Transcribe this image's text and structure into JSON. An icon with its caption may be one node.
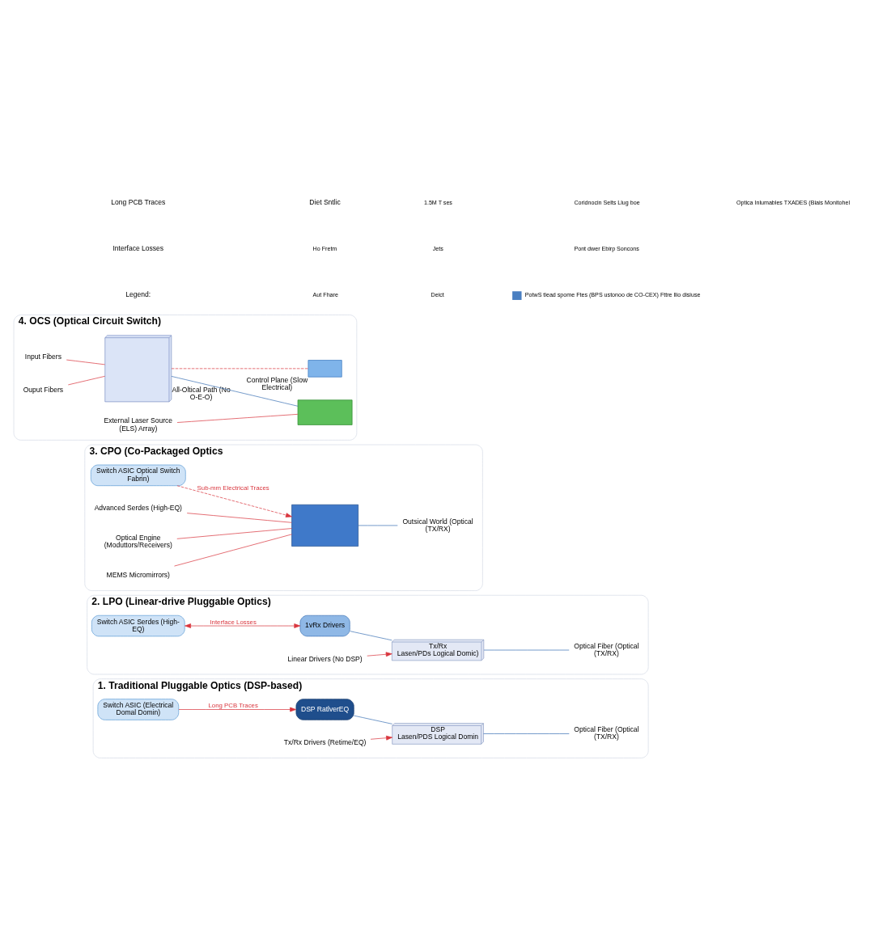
{
  "diagram": {
    "nodes": [
      {
        "text": [
          "1. Traditional Pluggable Optics (DSP-based)"
        ]
      },
      {
        "text": [
          "Switch ASIC (Electrical Domal Domin)"
        ],
        "in": 0
      },
      {
        "text": [
          "DSP RatlverEQ"
        ],
        "in": 0
      },
      {
        "text": [
          "DSP",
          "Lasen/PDS Logical Domin"
        ],
        "in": 0
      },
      {
        "text": [
          "Optical Fiber (Optical (TX/RX)"
        ],
        "in": 0
      },
      {
        "text": [
          "Tx/Rx Drivers (Retime/EQ)"
        ],
        "in": 0
      },
      {
        "text": [
          "2. LPO (Linear-drive Pluggable Optics)"
        ]
      },
      {
        "text": [
          "Switch ASIC Serdes (High-EQ)"
        ],
        "in": 6
      },
      {
        "text": [
          "1vRx Drivers"
        ],
        "in": 6
      },
      {
        "text": [
          "Tx/Rx",
          "Lasen/PDs Logical Domic)"
        ],
        "in": 6
      },
      {
        "text": [
          "Optical Fiber (Optical (TX/RX)"
        ],
        "in": 6
      },
      {
        "text": [
          "Linear Drivers (No DSP)"
        ],
        "in": 6
      },
      {
        "text": [
          "3. CPO (Co-Packaged Optics"
        ]
      },
      {
        "text": [
          "Switch ASIC Optical Switch Fabrin)"
        ],
        "in": 12
      },
      {
        "text": [],
        "shape": "box",
        "in": 12
      },
      {
        "text": [
          "Advanced Serdes (High-EQ)"
        ],
        "in": 12
      },
      {
        "text": [
          "Optical Engine (Moduttors/Receivers)"
        ],
        "in": 12
      },
      {
        "text": [
          "MEMS Micromirrors)"
        ],
        "in": 12
      },
      {
        "text": [
          "Outsical World (Optical (TX/RX)"
        ],
        "in": 12
      },
      {
        "text": [
          "4. OCS (Optical Circuit Switch)"
        ]
      },
      {
        "text": [],
        "shape": "cube",
        "in": 19,
        "beside": [
          "All-Oltical Path (No O-E-O)"
        ]
      },
      {
        "text": [
          "Input Fibers"
        ],
        "in": 19
      },
      {
        "text": [
          "Ouput Fibers"
        ],
        "in": 19
      },
      {
        "text": [],
        "shape": "box",
        "in": 19
      },
      {
        "text": [
          "External Laser Source (ELS) Array)"
        ],
        "in": 19
      },
      {
        "text": [],
        "shape": "box",
        "in": 19,
        "beside": [
          "Control Plane (Slow Electrical)"
        ]
      }
    ],
    "edges": [
      {
        "from": 1,
        "to": 2,
        "arrow": "to",
        "label": "Long PCB Traces",
        "color": "#d9363e"
      },
      {
        "from": 2,
        "to": 3,
        "arrow": "none",
        "color": "#3d72b4"
      },
      {
        "from": 3,
        "to": 4,
        "arrow": "none",
        "color": "#3d72b4"
      },
      {
        "from": 5,
        "to": 3,
        "arrow": "to",
        "color": "#d9363e"
      },
      {
        "from": 7,
        "to": 8,
        "arrow": "both",
        "label": "Interface Losses",
        "color": "#d9363e"
      },
      {
        "from": 8,
        "to": 9,
        "arrow": "none",
        "color": "#3d72b4"
      },
      {
        "from": 9,
        "to": 10,
        "arrow": "none",
        "color": "#3d72b4"
      },
      {
        "from": 11,
        "to": 9,
        "arrow": "to",
        "color": "#d9363e"
      },
      {
        "from": 13,
        "to": 14,
        "arrow": "to",
        "label": "Sub-mm Electrical Traces",
        "style": "dashed",
        "color": "#d9363e"
      },
      {
        "from": 15,
        "to": 14,
        "arrow": "none",
        "color": "#d9363e"
      },
      {
        "from": 16,
        "to": 14,
        "arrow": "none",
        "color": "#d9363e"
      },
      {
        "from": 17,
        "to": 14,
        "arrow": "none",
        "color": "#d9363e"
      },
      {
        "from": 14,
        "to": 18,
        "arrow": "none",
        "color": "#3d72b4"
      },
      {
        "from": 21,
        "to": 20,
        "arrow": "none",
        "color": "#d9363e"
      },
      {
        "from": 22,
        "to": 20,
        "arrow": "none",
        "color": "#d9363e"
      },
      {
        "from": 20,
        "to": 23,
        "arrow": "none",
        "color": "#3d72b4"
      },
      {
        "from": 24,
        "to": 23,
        "arrow": "none",
        "color": "#d9363e"
      },
      {
        "from": 20,
        "to": 25,
        "arrow": "none",
        "style": "dashed",
        "color": "#d9363e"
      }
    ],
    "labels": [
      "Long PCB Traces",
      "Interface Losses",
      "Legend:",
      "Diet Sntlic"
    ],
    "legend": [
      {
        "text": "Ho Fretm"
      },
      {
        "text": "Aut Fhare"
      },
      {
        "text": "1.5M T ses"
      },
      {
        "text": "Jets"
      },
      {
        "text": "Deict"
      },
      {
        "text": "Coridnocin Selts Llug boe"
      },
      {
        "text": "Pont dwer Ebirp Soncons"
      },
      {
        "text": "PotwS tlead spome Ftes (BPS ustonoo de CO-CEX) Fttre llio disiuse",
        "color": "#4a7fc1"
      },
      {
        "text": "Optica Inlumables TXADES (Biais Monitohel"
      }
    ]
  }
}
